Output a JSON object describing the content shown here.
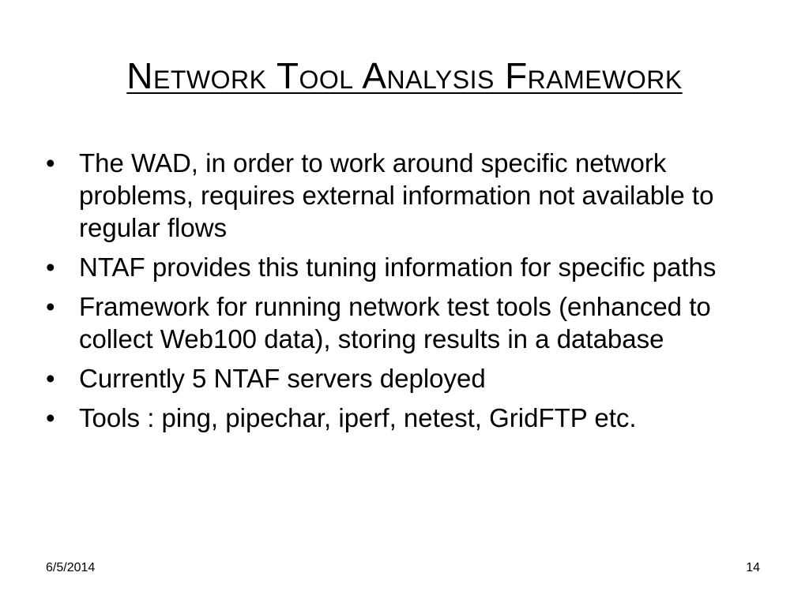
{
  "slide": {
    "title": "Network Tool Analysis Framework",
    "bullet_symbol": "•",
    "bullets": [
      "The WAD, in order to work around specific network problems, requires external information not available to regular flows",
      "NTAF provides this tuning information for specific paths",
      "Framework for running network test tools (enhanced to collect Web100 data), storing results in a database",
      "Currently 5 NTAF servers deployed",
      "Tools : ping, pipechar, iperf, netest, GridFTP etc."
    ],
    "footer": {
      "date": "6/5/2014",
      "page_number": "14"
    }
  }
}
